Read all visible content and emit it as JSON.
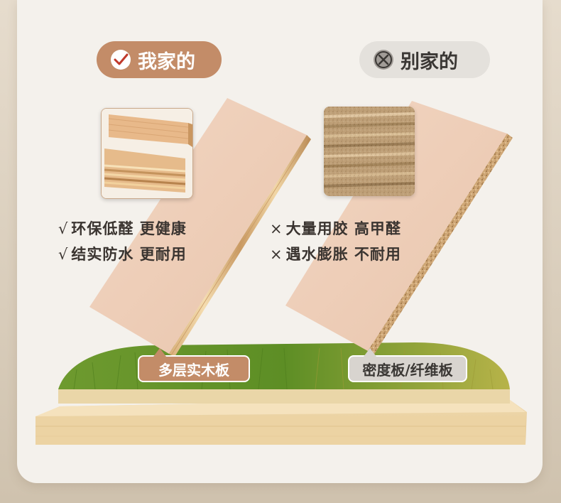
{
  "comparison": {
    "ours": {
      "badge_label": "我家的",
      "features": [
        {
          "mark": "√",
          "text": "环保低醛 更健康"
        },
        {
          "mark": "√",
          "text": "结实防水 更耐用"
        }
      ],
      "material_label": "多层实木板",
      "accent_color": "#c38c68"
    },
    "theirs": {
      "badge_label": "别家的",
      "features": [
        {
          "mark": "×",
          "text": "大量用胶 高甲醛"
        },
        {
          "mark": "×",
          "text": "遇水膨胀 不耐用"
        }
      ],
      "material_label": "密度板/纤维板",
      "accent_color": "#e4e1dc"
    }
  },
  "icons": {
    "ours_badge": "check-circle-icon",
    "theirs_badge": "x-circle-icon"
  }
}
